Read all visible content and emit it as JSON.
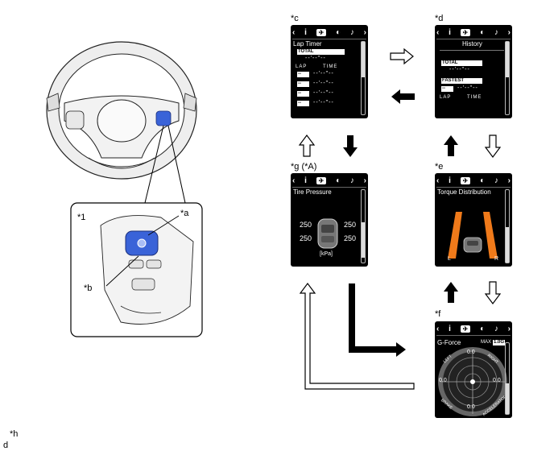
{
  "callouts": {
    "c": "*c",
    "d": "*d",
    "e": "*e",
    "f": "*f",
    "g": "*g (*A)",
    "one": "*1",
    "a": "*a",
    "b": "*b",
    "h": "*h",
    "d_footer": "d"
  },
  "nav_icons": [
    "‹",
    "i",
    "✈",
    "◐",
    "♪",
    "›"
  ],
  "screen_c": {
    "title": "Lap Timer",
    "total": "TOTAL",
    "lap": "LAP",
    "time": "TIME",
    "placeholder": "--'--\"--",
    "lap_placeholder": "--"
  },
  "screen_d": {
    "title": "History",
    "total": "TOTAL",
    "fastest": "FASTEST",
    "lap": "LAP",
    "time": "TIME",
    "placeholder": "--'--\"--",
    "lap_placeholder": "--"
  },
  "screen_g": {
    "title": "Tire Pressure",
    "fl": "250",
    "fr": "250",
    "rl": "250",
    "rr": "250",
    "unit": "[kPa]"
  },
  "screen_e": {
    "title": "Torque Distribution",
    "left": "L",
    "right": "R"
  },
  "screen_f": {
    "title": "G-Force",
    "max_label": "MAX",
    "max_value": "1.0G",
    "top": "0.0",
    "left": "0.0",
    "right": "0.0",
    "bottom": "0.0",
    "ring_left": "LEFT",
    "ring_right": "RIGHT",
    "ring_brake": "BRAKE",
    "ring_accel": "ACCELERATOR"
  },
  "colors": {
    "switch_blue": "#3a63d8",
    "torque_orange": "#f07a1a"
  }
}
